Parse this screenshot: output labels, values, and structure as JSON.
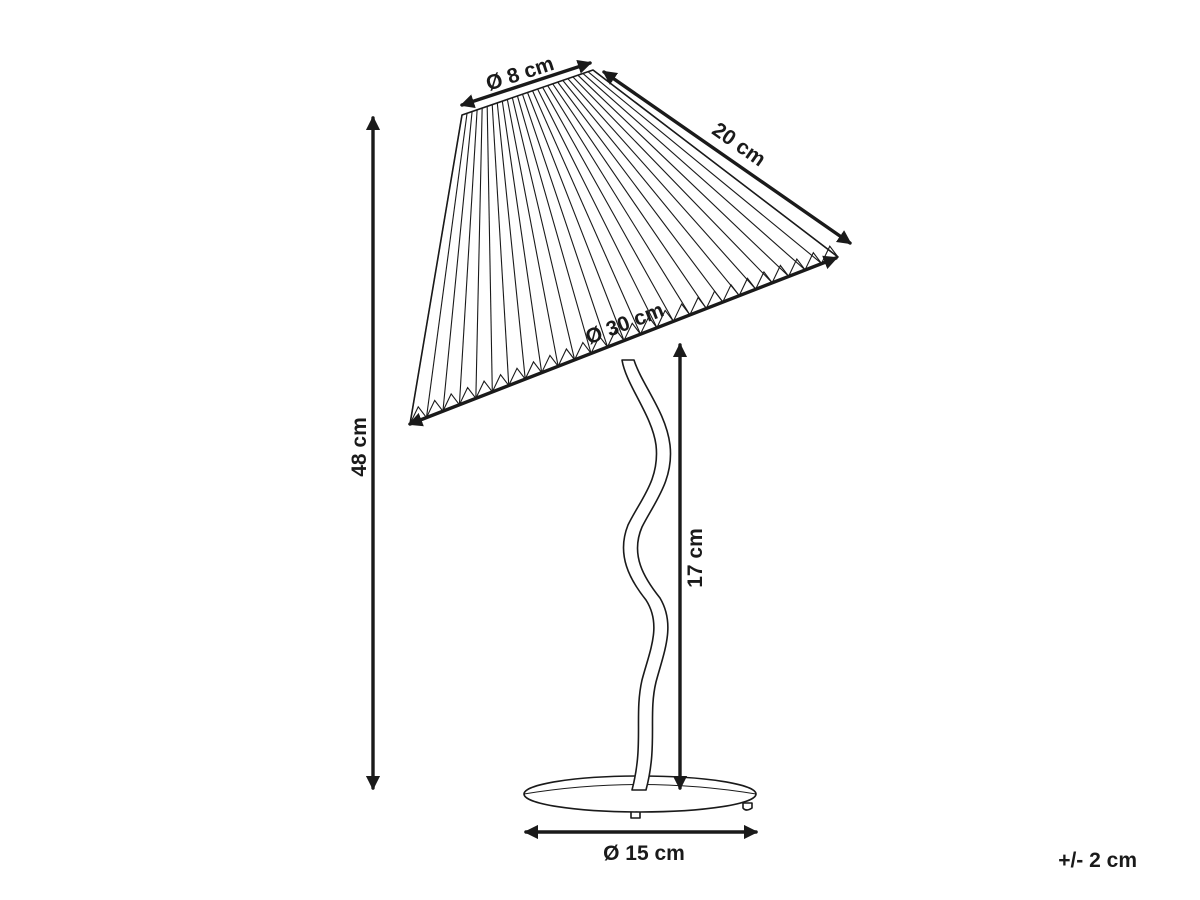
{
  "product": "pleated table lamp",
  "colors": {
    "line": "#1a1a1a",
    "background": "#ffffff"
  },
  "dimensions": {
    "top_diameter": "Ø 8 cm",
    "shade_slant": "20 cm",
    "bottom_diameter": "Ø 30 cm",
    "total_height": "48 cm",
    "stem_height": "17 cm",
    "base_diameter": "Ø 15 cm"
  },
  "tolerance": "+/- 2 cm"
}
